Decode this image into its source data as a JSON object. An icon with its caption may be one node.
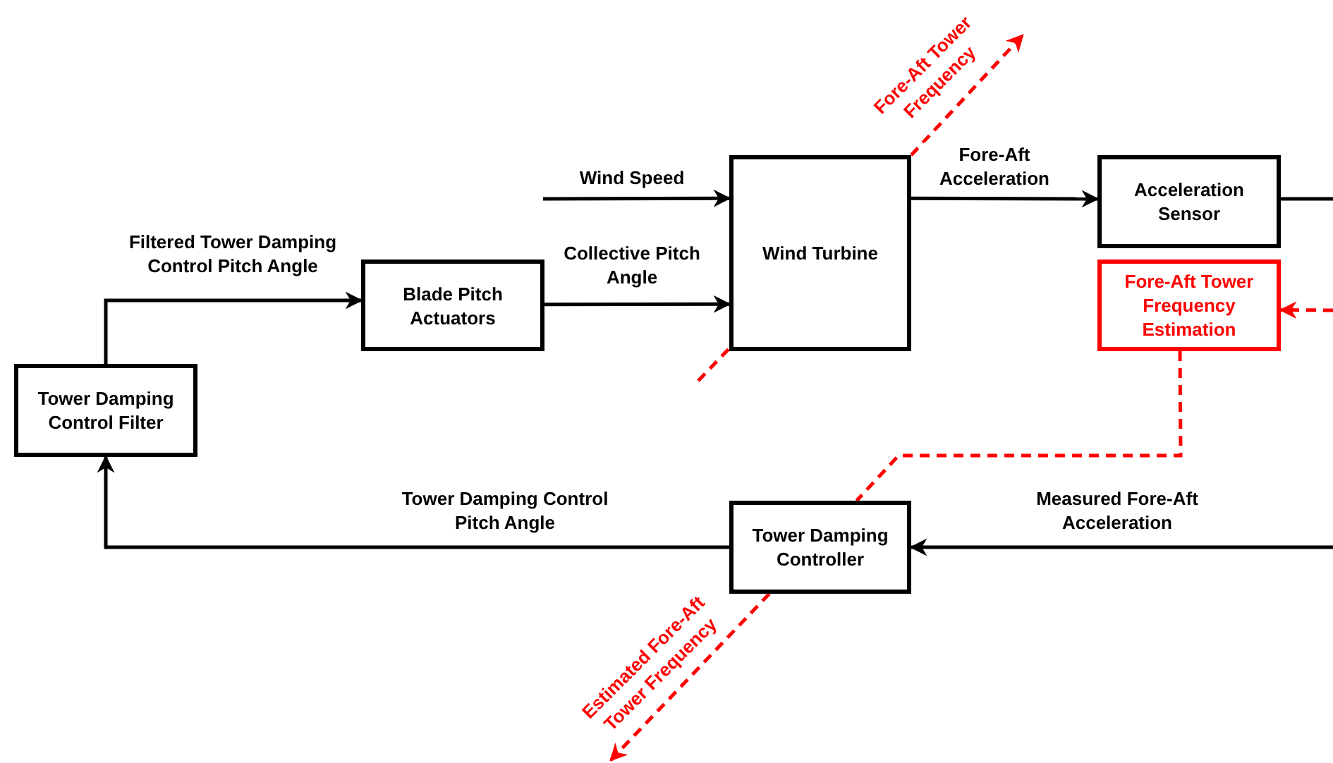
{
  "diagram": {
    "nodes": [
      {
        "text": [
          "Tower Damping Control Filter"
        ]
      },
      {
        "text": [
          "Blade Pitch Actuators"
        ]
      },
      {
        "text": [
          "Wind Turbine"
        ]
      },
      {
        "text": [
          "Acceleration Sensor"
        ]
      },
      {
        "text": [
          "Fore-Aft Tower Frequency Estimation"
        ]
      },
      {
        "text": [
          "Tower Damping Controller"
        ]
      }
    ],
    "edges": [
      {
        "from": 0,
        "to": 1,
        "arrow": "to",
        "label": "Filtered Tower Damping Control Pitch Angle"
      },
      {
        "from": 1,
        "to": 2,
        "arrow": "to",
        "label": "Collective Pitch Angle"
      },
      {
        "from": null,
        "to": 2,
        "arrow": "to",
        "label": "Wind Speed"
      },
      {
        "from": 2,
        "to": 3,
        "arrow": "to",
        "label": "Fore-Aft Acceleration"
      },
      {
        "from": 3,
        "to": null,
        "arrow": "none"
      },
      {
        "from": null,
        "to": 5,
        "arrow": "to",
        "label": "Measured Fore-Aft Acceleration"
      },
      {
        "from": 5,
        "to": 0,
        "arrow": "to",
        "label": "Tower Damping Control Pitch Angle"
      },
      {
        "from": null,
        "to": 4,
        "arrow": "to",
        "style": "dashed",
        "color": "#ff0000"
      },
      {
        "from": 4,
        "to": 5,
        "arrow": "none",
        "style": "dashed",
        "color": "#ff0000"
      },
      {
        "from": 2,
        "to": null,
        "arrow": "to",
        "label": "Fore-Aft Tower Frequency",
        "style": "dashed",
        "color": "#ff0000"
      },
      {
        "from": 5,
        "to": null,
        "arrow": "to",
        "label": "Estimated Fore-Aft Tower Frequency",
        "style": "dashed",
        "color": "#ff0000"
      }
    ]
  }
}
